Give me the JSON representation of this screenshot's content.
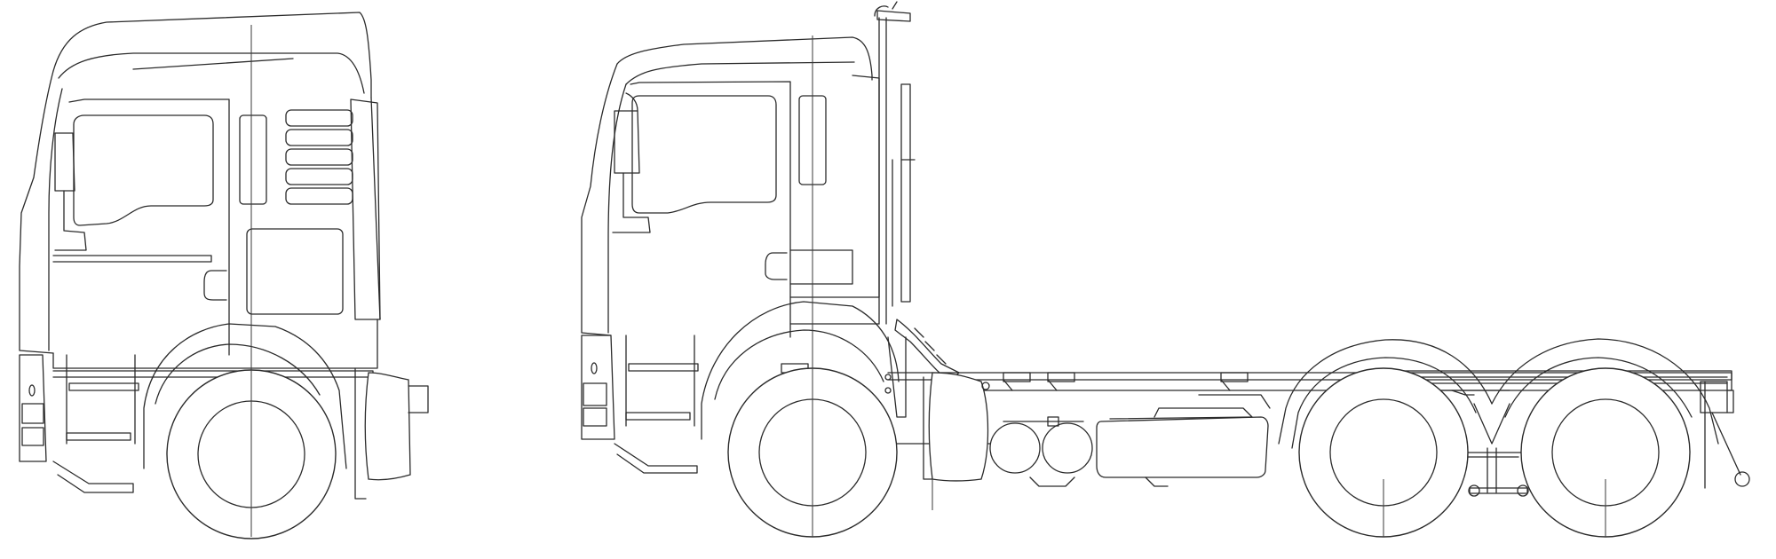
{
  "drawing": {
    "kind": "truck-line-drawing",
    "views": [
      "cab-side-view",
      "full-truck-side-view"
    ],
    "stroke_color": "#2b2b2b",
    "background_color": "#ffffff"
  }
}
